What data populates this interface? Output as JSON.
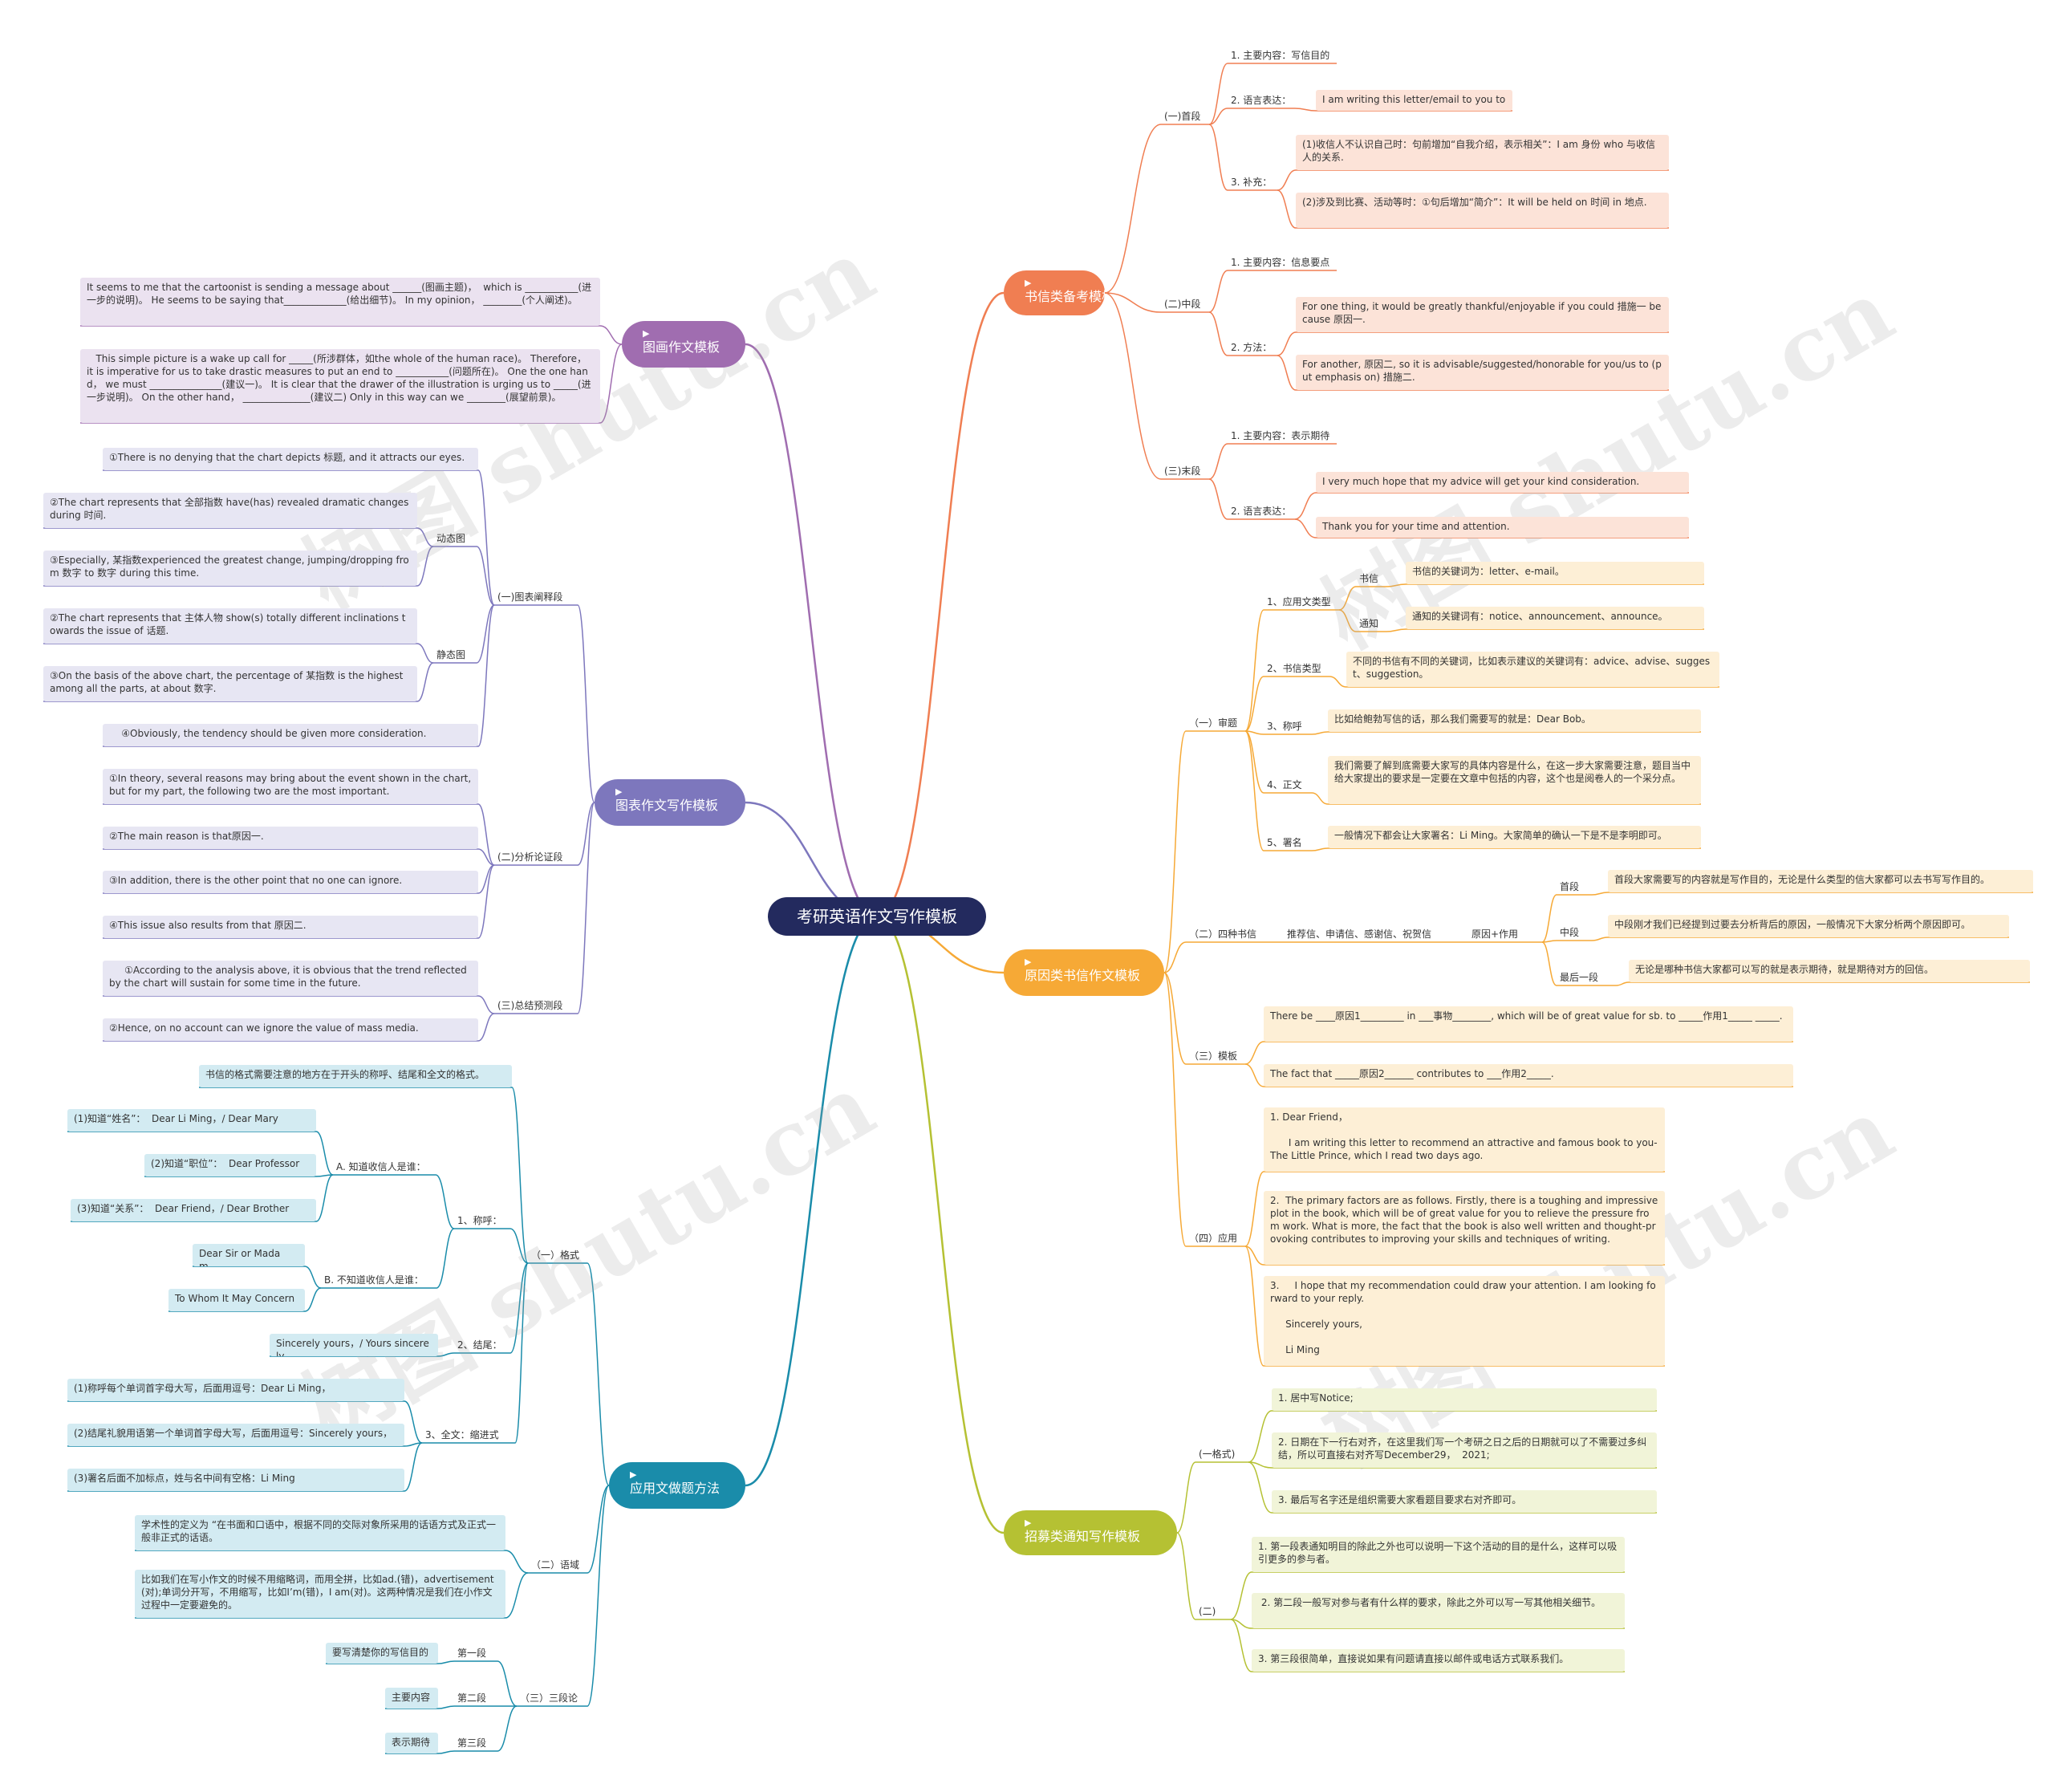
{
  "watermark": "树图 shutu.cn",
  "root": "考研英语作文写作模板",
  "colors": {
    "orange": "#f07e52",
    "yellow": "#f6a936",
    "green": "#b5c133",
    "purple": "#a06db0",
    "indigo": "#7d77bd",
    "teal": "#1a8caa"
  },
  "b1_icon": "▶",
  "b1": {
    "shuxin": "书信类备考模板",
    "yuanyin": "原因类书信作文模板",
    "zhaomu": "招募类通知写作模板",
    "tuhua": "图画作文模板",
    "tubiao": "图表作文写作模板",
    "yingyong": "应用文做题方法"
  },
  "shuxin": {
    "shouduan": "(一)首段",
    "s1": "1. 主要内容：写信目的",
    "s2": "2. 语言表达：",
    "s2a": "I am writing this letter/email to you to",
    "s3": "3. 补充：",
    "s3a": "(1)收信人不认识自己时：句前增加“自我介绍，表示相关”：I am 身份 who 与收信人的关系.",
    "s3b": "(2)涉及到比赛、活动等时：①句后增加“简介”：It will be held on 时间 in 地点.",
    "zhongduan": "(二)中段",
    "z1": "1. 主要内容：信息要点",
    "z2": "2. 方法：",
    "z2a": "For one thing, it would be greatly thankful/enjoyable if you could 措施一 because 原因一.",
    "z2b": "For another, 原因二, so it is advisable/suggested/honorable for you/us to (put emphasis on) 措施二.",
    "moduan": "(三)末段",
    "m1": "1. 主要内容：表示期待",
    "m2": "2. 语言表达：",
    "m2a": "I very much hope that my advice will get your kind consideration.",
    "m2b": "Thank you for your time and attention."
  },
  "yuanyin": {
    "shenti": "（一）审题",
    "t1": "1、应用文类型",
    "t1a": "书信",
    "t1a1": "书信的关键词为：letter、e-mail。",
    "t1b": "通知",
    "t1b1": "通知的关键词有：notice、announcement、announce。",
    "t2": "2、书信类型",
    "t2a": "不同的书信有不同的关键词，比如表示建议的关键词有：advice、advise、suggest、suggestion。",
    "t3": "3、称呼",
    "t3a": "比如给鲍勃写信的话，那么我们需要写的就是：Dear Bob。",
    "t4": "4、正文",
    "t4a": "我们需要了解到底需要大家写的具体内容是什么，在这一步大家需要注意，题目当中给大家提出的要求是一定要在文章中包括的内容，这个也是阅卷人的一个采分点。",
    "t5": "5、署名",
    "t5a": "一般情况下都会让大家署名：Li Ming。大家简单的确认一下是不是李明即可。",
    "sizhong": "（二）四种书信",
    "sz1": "推荐信、申请信、感谢信、祝贺信",
    "sz2": "原因+作用",
    "sd1": "首段",
    "sd1a": "首段大家需要写的内容就是写作目的，无论是什么类型的信大家都可以去书写写作目的。",
    "sd2": "中段",
    "sd2a": "中段刚才我们已经提到过要去分析背后的原因，一般情况下大家分析两个原因即可。",
    "sd3": "最后一段",
    "sd3a": "无论是哪种书信大家都可以写的就是表示期待，就是期待对方的回信。",
    "muban": "（三）模板",
    "mb1": "There be ____原因1_________ in ___事物________, which will be of great value for sb. to _____作用1_____ _____.",
    "mb2": "The fact that _____原因2______ contributes to ___作用2_____.",
    "yingyong": "（四）应用",
    "yy1": "1. Dear Friend，\n\n      I am writing this letter to recommend an attractive and famous book to you- The Little Prince, which I read two days ago.",
    "yy2": "2.  The primary factors are as follows. Firstly, there is a toughing and impressive plot in the book, which will be of great value for you to relieve the pressure from work. What is more, the fact that the book is also well written and thought-provoking contributes to improving your skills and techniques of writing.",
    "yy3": "3.     I hope that my recommendation could draw your attention. I am looking forward to your reply.\n\n     Sincerely yours,\n\n     Li Ming"
  },
  "zhaomu": {
    "geshi": "(一格式)",
    "g1": "1. 居中写Notice;",
    "g2": "2. 日期在下一行右对齐，在这里我们写一个考研之日之后的日期就可以了不需要过多纠结，所以可直接右对齐写December29，  2021;",
    "g3": "3. 最后写名字还是组织需要大家看题目要求右对齐即可。",
    "er": "(二)",
    "e1": "1. 第一段表通知明目的除此之外也可以说明一下这个活动的目的是什么，这样可以吸引更多的参与者。",
    "e2": " 2. 第二段一般写对参与者有什么样的要求，除此之外可以写一写其他相关细节。",
    "e3": "3. 第三段很简单，直接说如果有问题请直接以邮件或电话方式联系我们。"
  },
  "tuhua": {
    "a": "It seems to me that the cartoonist is sending a message about ______(图画主题)，  which is ___________(进一步的说明)。 He seems to be saying that_____________(给出细节)。 In my opinion， ________(个人阐述)。",
    "b": "   This simple picture is a wake up call for _____(所涉群体，如the whole of the human race)。 Therefore，  it is imperative for us to take drastic measures to put an end to ___________(问题所在)。 One the one hand， we must _______________(建议一)。 It is clear that the drawer of the illustration is urging us to _____(进一步说明)。 On the other hand， ______________(建议二) Only in this way can we ________(展望前景)。"
  },
  "tubiao": {
    "chanshi": "(一)图表阐释段",
    "c1": "①There is no denying that the chart depicts 标题, and it attracts our eyes.",
    "dongtai": "动态图",
    "d1": "②The chart represents that 全部指数 have(has) revealed dramatic changes during 时间.",
    "d2": "③Especially, 某指数experienced the greatest change, jumping/dropping from 数字 to 数字 during this time.",
    "jingtai": "静态图",
    "j1": "②The chart represents that 主体人物 show(s) totally different inclinations towards the issue of 话题.",
    "j2": "③On the basis of the above chart, the percentage of 某指数 is the highest among all the parts, at about 数字.",
    "c4": "    ④Obviously, the tendency should be given more consideration.",
    "fenxi": "(二)分析论证段",
    "f1": "①In theory, several reasons may bring about the event shown in the chart, but for my part, the following two are the most important.",
    "f2": "②The main reason is that原因一.",
    "f3": "③In addition, there is the other point that no one can ignore.",
    "f4": "④This issue also results from that 原因二.",
    "zongjie": "(三)总结预测段",
    "zj1": "     ①According to the analysis above, it is obvious that the trend reflected by the chart will sustain for some time in the future.",
    "zj2": "②Hence, on no account can we ignore the value of mass media."
  },
  "yingyongwen": {
    "geshi": "（一）格式",
    "intro": "书信的格式需要注意的地方在于开头的称呼、结尾和全文的格式。",
    "chenghu": "1、称呼：",
    "A": "A. 知道收信人是谁：",
    "A1": "(1)知道“姓名”：  Dear Li Ming，/ Dear Mary",
    "A2": "(2)知道“职位”：  Dear Professor",
    "A3": "(3)知道“关系”：  Dear Friend，/ Dear Brother",
    "B": "B. 不知道收信人是谁：",
    "B1": "Dear Sir or Madam，",
    "B2": "To Whom It May Concern",
    "jiewei": "2、结尾：",
    "jw1": "Sincerely yours，/ Yours sincerely，",
    "quanwen": "3、全文：缩进式",
    "q1": "(1)称呼每个单词首字母大写，后面用逗号：Dear Li Ming，",
    "q2": "(2)结尾礼貌用语第一个单词首字母大写，后面用逗号：Sincerely yours，",
    "q3": "(3)署名后面不加标点，姓与名中间有空格：Li Ming",
    "yuyu": "（二）语域",
    "y1": "学术性的定义为 “在书面和口语中，根据不同的交际对象所采用的话语方式及正式一般非正式的话语。",
    "y2": "比如我们在写小作文的时候不用缩略词，而用全拼，比如ad.(错)，advertisement(对);单词分开写，不用缩写，比如I’m(错)，I am(对)。这两种情况是我们在小作文过程中一定要避免的。",
    "sanduan": "（三）三段论",
    "d1": "第一段",
    "d1a": "要写清楚你的写信目的",
    "d2": "第二段",
    "d2a": "主要内容",
    "d3": "第三段",
    "d3a": "表示期待"
  }
}
